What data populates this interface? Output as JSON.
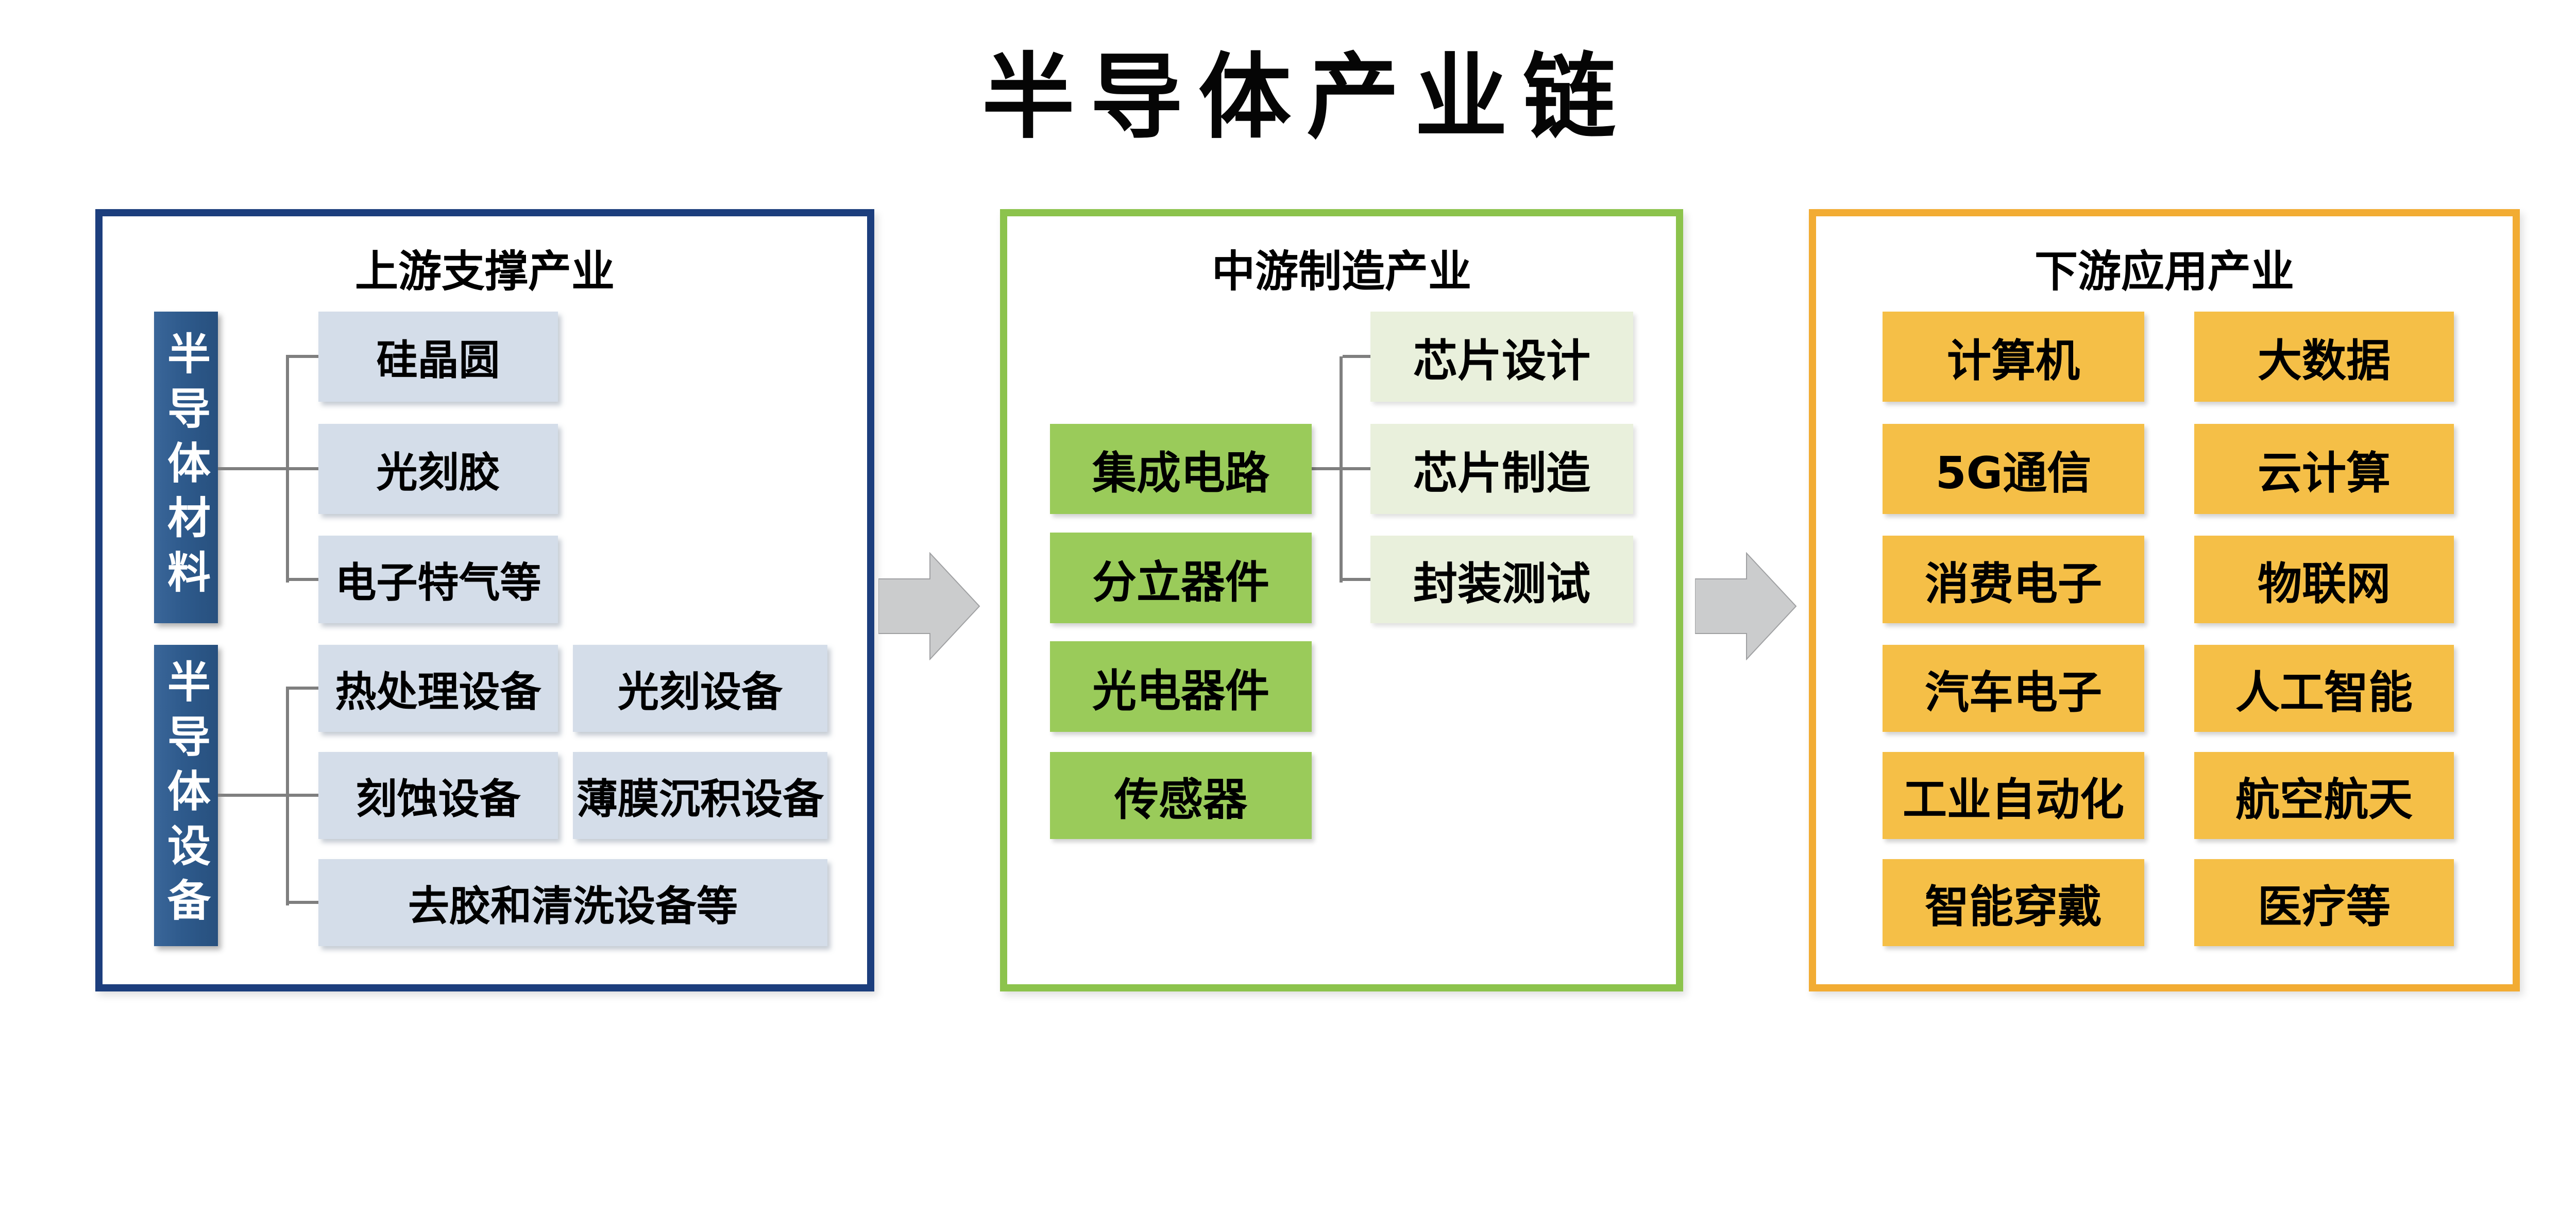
{
  "title": "半导体产业链",
  "colors": {
    "upstream_border": "#1c3e7d",
    "midstream_border": "#8cc34c",
    "downstream_border": "#f2ac33",
    "category_bar_blue": "#2e5a8c",
    "material_box_blue": "#d4dde9",
    "primary_box_green": "#9acb5a",
    "sub_box_light_green": "#e9f0dc",
    "application_box_orange": "#f5bf47",
    "arrow_gray": "#cbcccd",
    "connector_gray": "#7f7f7f"
  },
  "icons": {
    "flow_arrow": "right-block-arrow"
  },
  "panels": {
    "upstream": {
      "header": "上游支撑产业",
      "groups": [
        {
          "side_label": "半导体材料",
          "items": [
            "硅晶圆",
            "光刻胶",
            "电子特气等"
          ]
        },
        {
          "side_label": "半导体设备",
          "items": [
            "热处理设备",
            "光刻设备",
            "刻蚀设备",
            "薄膜沉积设备",
            "去胶和清洗设备等"
          ]
        }
      ]
    },
    "midstream": {
      "header": "中游制造产业",
      "primary_items": [
        "集成电路",
        "分立器件",
        "光电器件",
        "传感器"
      ],
      "sub_items": [
        "芯片设计",
        "芯片制造",
        "封装测试"
      ]
    },
    "downstream": {
      "header": "下游应用产业",
      "items": [
        "计算机",
        "大数据",
        "5G通信",
        "云计算",
        "消费电子",
        "物联网",
        "汽车电子",
        "人工智能",
        "工业自动化",
        "航空航天",
        "智能穿戴",
        "医疗等"
      ]
    }
  }
}
